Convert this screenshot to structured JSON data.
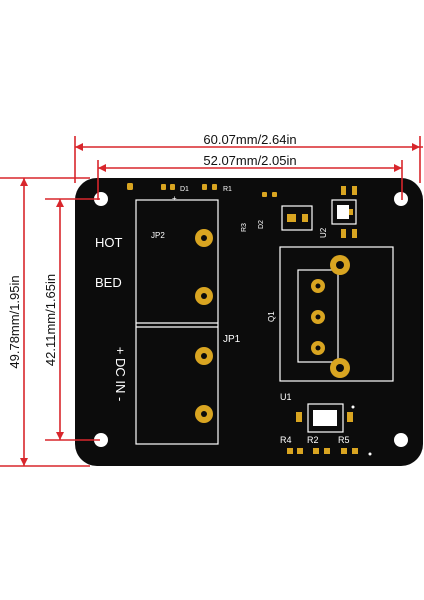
{
  "dimensions": {
    "outer_width": "60.07mm/2.64in",
    "inner_width": "52.07mm/2.05in",
    "outer_height": "49.78mm/1.95in",
    "inner_height": "42.11mm/1.65in"
  },
  "board": {
    "silkscreen": {
      "hot": "HOT",
      "bed": "BED",
      "dc_in": "+ DC IN -",
      "jp1": "JP1",
      "jp2": "JP2",
      "d1": "D1",
      "r1": "R1",
      "r3": "R3",
      "d2": "D2",
      "u2": "U2",
      "q1": "Q1",
      "u1": "U1",
      "r4": "R4",
      "r2": "R2",
      "r5": "R5",
      "plus": "+"
    }
  },
  "colors": {
    "board": "#0c0c0c",
    "silk": "#ffffff",
    "pad": "#d9a521",
    "dimension": "#d8262c"
  }
}
